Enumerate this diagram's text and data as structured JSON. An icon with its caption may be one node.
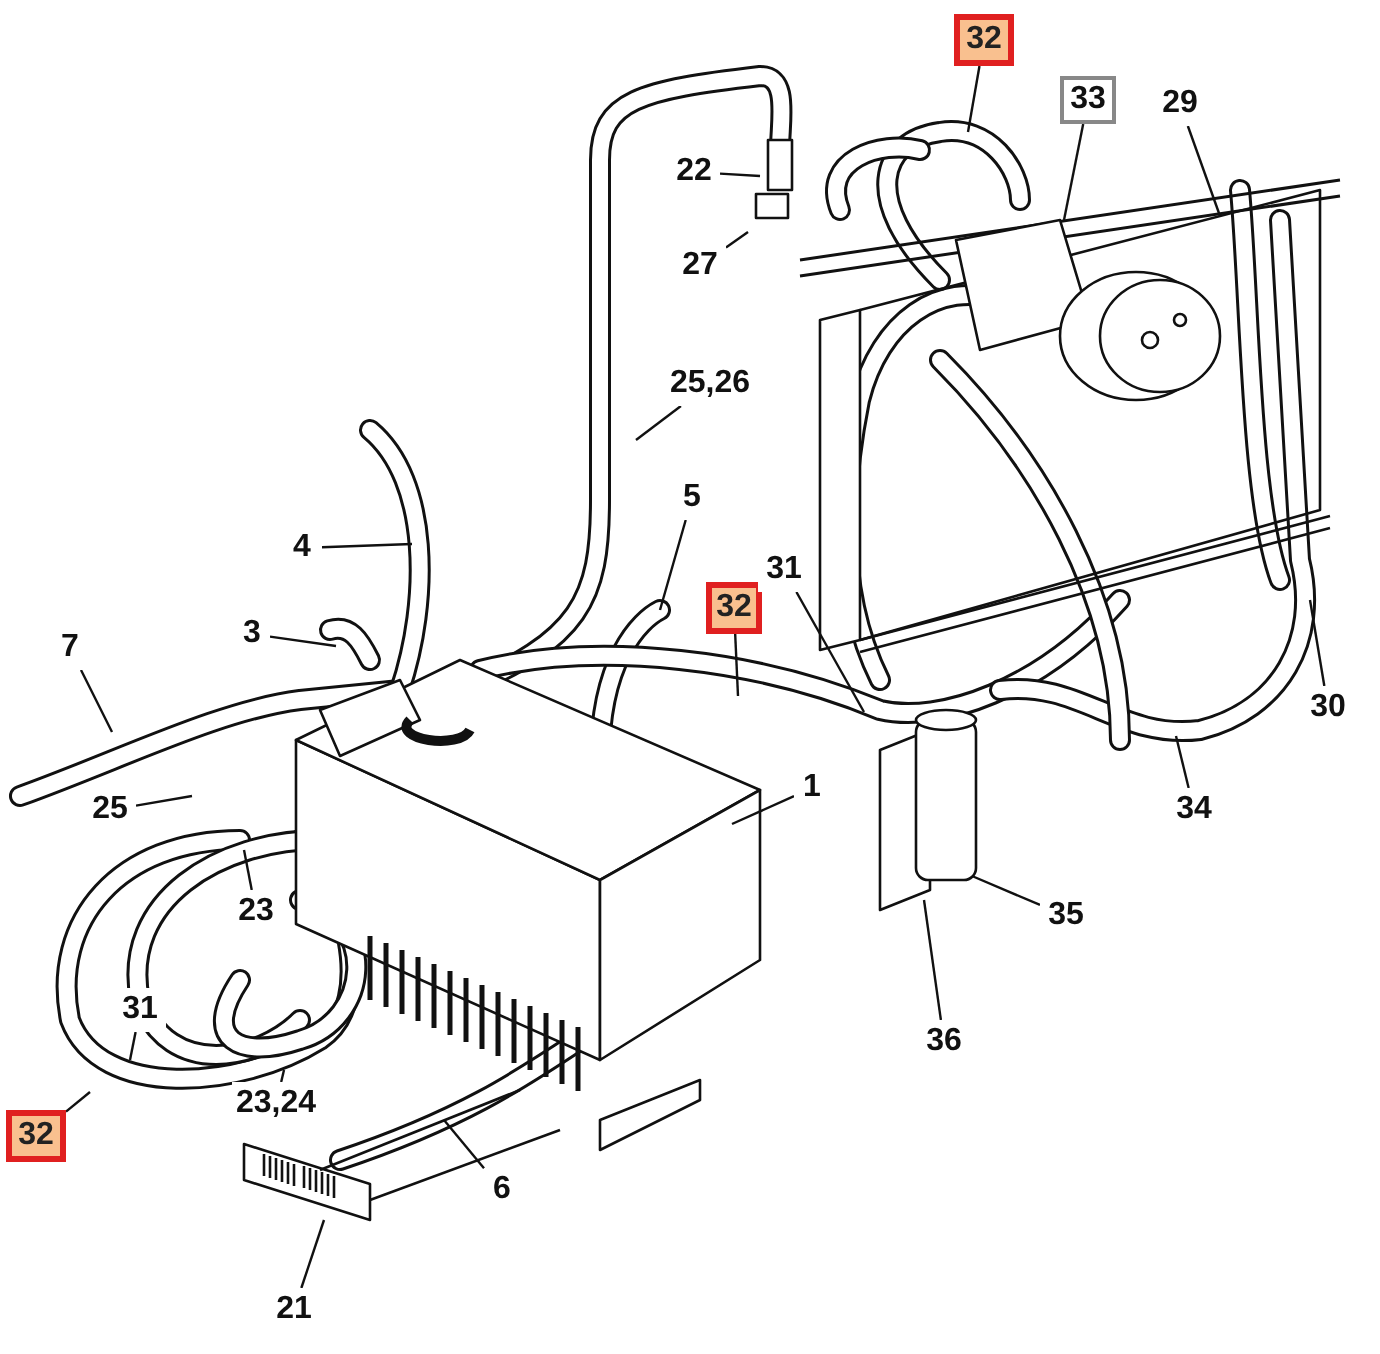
{
  "diagram": {
    "nodes": [
      {
        "text": [
          "32"
        ]
      },
      {
        "text": [
          "33"
        ]
      },
      {
        "text": [
          "29"
        ]
      },
      {
        "text": [
          "22"
        ]
      },
      {
        "text": [
          "27"
        ]
      },
      {
        "text": [
          "25,26"
        ]
      },
      {
        "text": [
          "4"
        ]
      },
      {
        "text": [
          "32"
        ]
      },
      {
        "text": [
          "31"
        ]
      },
      {
        "text": [
          "5"
        ]
      },
      {
        "text": [
          "3"
        ]
      },
      {
        "text": [
          "7"
        ]
      },
      {
        "text": [
          "30"
        ]
      },
      {
        "text": [
          "25"
        ]
      },
      {
        "text": [
          "1"
        ]
      },
      {
        "text": [
          "34"
        ]
      },
      {
        "text": [
          "23"
        ]
      },
      {
        "text": [
          "35"
        ]
      },
      {
        "text": [
          "31"
        ]
      },
      {
        "text": [
          "36"
        ]
      },
      {
        "text": [
          "32"
        ]
      },
      {
        "text": [
          "23,24"
        ]
      },
      {
        "text": [
          "6"
        ]
      },
      {
        "text": [
          "21"
        ]
      }
    ],
    "edges": [
      {
        "from": 0,
        "to": null,
        "arrow": "none"
      },
      {
        "from": 1,
        "to": null,
        "arrow": "none"
      },
      {
        "from": 2,
        "to": null,
        "arrow": "none"
      },
      {
        "from": 3,
        "to": null,
        "arrow": "none"
      },
      {
        "from": 4,
        "to": null,
        "arrow": "none"
      },
      {
        "from": 5,
        "to": null,
        "arrow": "none"
      },
      {
        "from": 6,
        "to": null,
        "arrow": "none"
      },
      {
        "from": 7,
        "to": null,
        "arrow": "none"
      },
      {
        "from": 8,
        "to": null,
        "arrow": "none"
      },
      {
        "from": 9,
        "to": null,
        "arrow": "none"
      },
      {
        "from": 10,
        "to": null,
        "arrow": "none"
      },
      {
        "from": 11,
        "to": null,
        "arrow": "none"
      },
      {
        "from": 12,
        "to": null,
        "arrow": "none"
      },
      {
        "from": 13,
        "to": null,
        "arrow": "none"
      },
      {
        "from": 14,
        "to": null,
        "arrow": "none"
      },
      {
        "from": 15,
        "to": null,
        "arrow": "none"
      },
      {
        "from": 16,
        "to": null,
        "arrow": "none"
      },
      {
        "from": 17,
        "to": null,
        "arrow": "none"
      },
      {
        "from": 18,
        "to": null,
        "arrow": "none"
      },
      {
        "from": 19,
        "to": null,
        "arrow": "none"
      },
      {
        "from": 20,
        "to": null,
        "arrow": "none"
      },
      {
        "from": 21,
        "to": null,
        "arrow": "none"
      },
      {
        "from": 22,
        "to": null,
        "arrow": "none"
      },
      {
        "from": 23,
        "to": null,
        "arrow": "none"
      }
    ]
  }
}
